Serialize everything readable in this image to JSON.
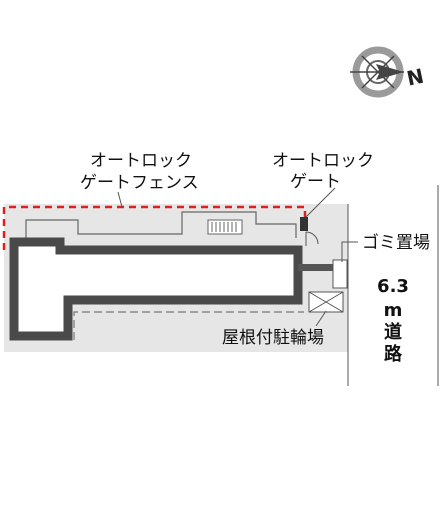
{
  "labels": {
    "fence_line1": "オートロック",
    "fence_line2": "ゲートフェンス",
    "gate_line1": "オートロック",
    "gate_line2": "ゲート",
    "garbage": "ゴミ置場",
    "bike": "屋根付駐輪場",
    "road_width": "6.3",
    "road_unit": "m",
    "road_char1": "道",
    "road_char2": "路"
  },
  "compass": {
    "label": "N"
  },
  "colors": {
    "site": "#e6e6e6",
    "building": "#4a4a4a",
    "fence": "#e02020",
    "line": "#666666"
  }
}
